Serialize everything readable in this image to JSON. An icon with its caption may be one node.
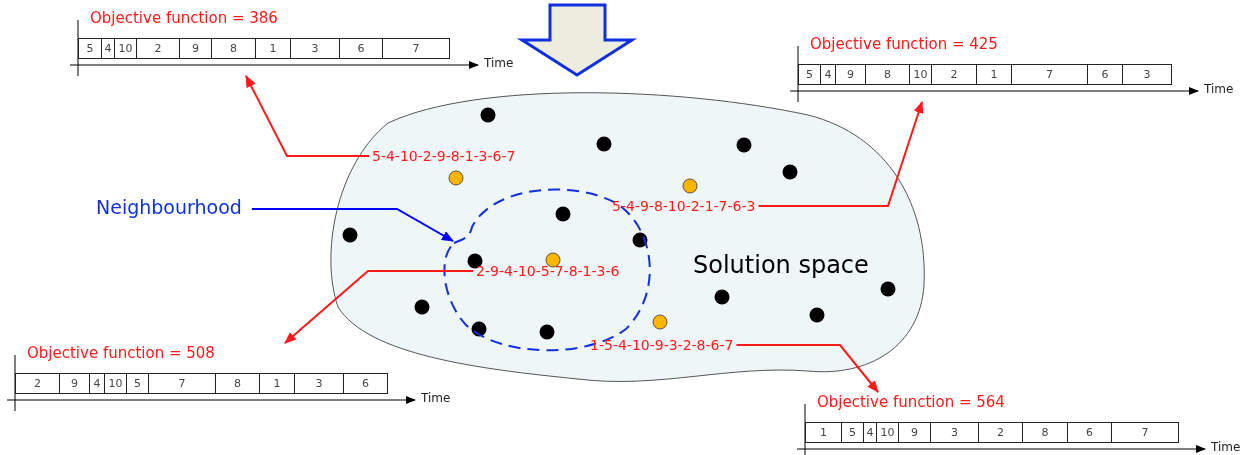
{
  "diagram": {
    "nodes": [
      {
        "text": [
          "Objective function = 386",
          "5",
          "4",
          "10",
          "2",
          "9",
          "8",
          "1",
          "3",
          "6",
          "7"
        ],
        "beside": [
          "Time"
        ]
      },
      {
        "text": [
          "Objective function = 425",
          "5",
          "4",
          "9",
          "8",
          "10",
          "2",
          "1",
          "7",
          "6",
          "3"
        ],
        "beside": [
          "Time"
        ]
      },
      {
        "text": [
          "Neighbourhood"
        ]
      },
      {
        "text": [
          "Solution space"
        ]
      },
      {
        "text": [
          "5-4-10-2-9-8-1-3-6-7"
        ],
        "in": 3
      },
      {
        "text": [
          "5-4-9-8-10-2-1-7-6-3"
        ],
        "in": 3
      },
      {
        "text": [],
        "shape": "circle",
        "in": 3
      },
      {
        "text": [
          "2-9-4-10-5-7-8-1-3-6"
        ],
        "in": 6
      },
      {
        "text": [
          "1-5-4-10-9-3-2-8-6-7"
        ],
        "in": 3
      },
      {
        "text": [
          "Objective function = 508",
          "2",
          "9",
          "4",
          "10",
          "5",
          "7",
          "8",
          "1",
          "3",
          "6"
        ],
        "beside": [
          "Time"
        ]
      },
      {
        "text": [
          "Objective function = 564",
          "1",
          "5",
          "4",
          "10",
          "9",
          "3",
          "2",
          "8",
          "6",
          "7"
        ],
        "beside": [
          "Time"
        ]
      }
    ],
    "edges": [
      {
        "from": 4,
        "to": 0,
        "arrow": "to"
      },
      {
        "from": 5,
        "to": 1,
        "arrow": "to"
      },
      {
        "from": 2,
        "to": 6,
        "arrow": "to",
        "color": "#0000ff"
      },
      {
        "from": 7,
        "to": 9,
        "arrow": "to"
      },
      {
        "from": 8,
        "to": 10,
        "arrow": "to"
      }
    ]
  }
}
